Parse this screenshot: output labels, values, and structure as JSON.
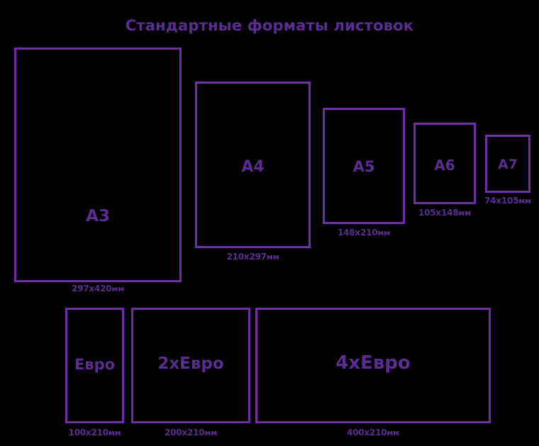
{
  "title": "Стандартные форматы листовок",
  "colors": {
    "background": "#000000",
    "stroke": "#6f2da8",
    "text": "#5b2d91"
  },
  "formats": [
    {
      "id": "a3",
      "name": "A3",
      "dimensions": "297х420",
      "unit": "мм",
      "width_mm": 297,
      "height_mm": 420
    },
    {
      "id": "a4",
      "name": "A4",
      "dimensions": "210х297",
      "unit": "мм",
      "width_mm": 210,
      "height_mm": 297
    },
    {
      "id": "a5",
      "name": "A5",
      "dimensions": "148х210",
      "unit": "мм",
      "width_mm": 148,
      "height_mm": 210
    },
    {
      "id": "a6",
      "name": "A6",
      "dimensions": "105х148",
      "unit": "мм",
      "width_mm": 105,
      "height_mm": 148
    },
    {
      "id": "a7",
      "name": "A7",
      "dimensions": "74х105",
      "unit": "мм",
      "width_mm": 74,
      "height_mm": 105
    },
    {
      "id": "evro",
      "name": "Евро",
      "dimensions": "100х210",
      "unit": "мм",
      "width_mm": 100,
      "height_mm": 210
    },
    {
      "id": "evro2",
      "name": "2хЕвро",
      "dimensions": "200х210",
      "unit": "мм",
      "width_mm": 200,
      "height_mm": 210
    },
    {
      "id": "evro4",
      "name": "4хЕвро",
      "dimensions": "400х210",
      "unit": "мм",
      "width_mm": 400,
      "height_mm": 210
    }
  ]
}
